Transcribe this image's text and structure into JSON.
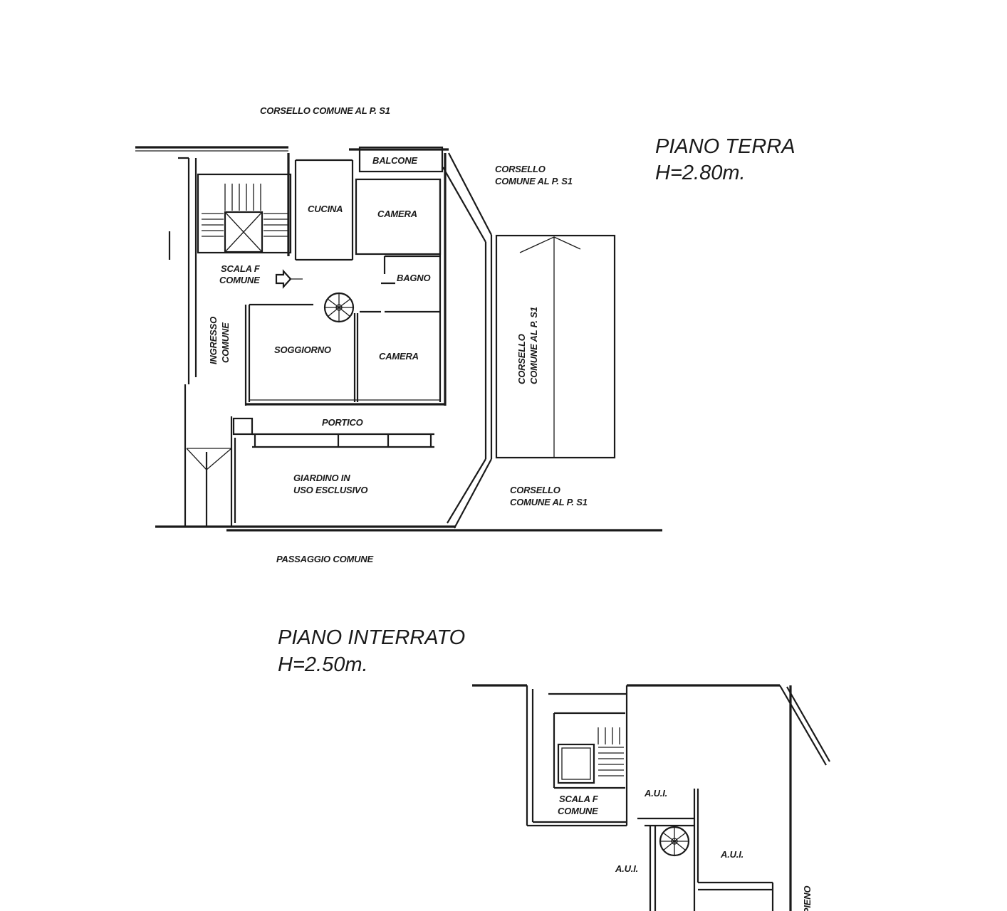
{
  "ground_floor": {
    "title": "PIANO TERRA",
    "height": "H=2.80m.",
    "rooms": {
      "balcone": "BALCONE",
      "cucina": "CUCINA",
      "camera_1": "CAMERA",
      "bagno": "BAGNO",
      "camera_2": "CAMERA",
      "soggiorno": "SOGGIORNO",
      "portico": "PORTICO",
      "scala_line1": "SCALA F",
      "scala_line2": "COMUNE",
      "ingresso_line1": "INGRESSO",
      "ingresso_line2": "COMUNE",
      "giardino_line1": "GIARDINO IN",
      "giardino_line2": "USO ESCLUSIVO"
    },
    "surroundings": {
      "top": "CORSELLO COMUNE AL P. S1",
      "right_top_line1": "CORSELLO",
      "right_top_line2": "COMUNE AL P. S1",
      "ramp_line1": "CORSELLO",
      "ramp_line2": "COMUNE AL P. S1",
      "right_bottom_line1": "CORSELLO",
      "right_bottom_line2": "COMUNE AL P. S1",
      "bottom": "PASSAGGIO COMUNE"
    }
  },
  "basement": {
    "title": "PIANO INTERRATO",
    "height": "H=2.50m.",
    "rooms": {
      "scala_line1": "SCALA F",
      "scala_line2": "COMUNE",
      "aui_1": "A.U.I.",
      "aui_2": "A.U.I.",
      "aui_3": "A.U.I.",
      "terrapieno": "TERRAPIENO"
    }
  }
}
